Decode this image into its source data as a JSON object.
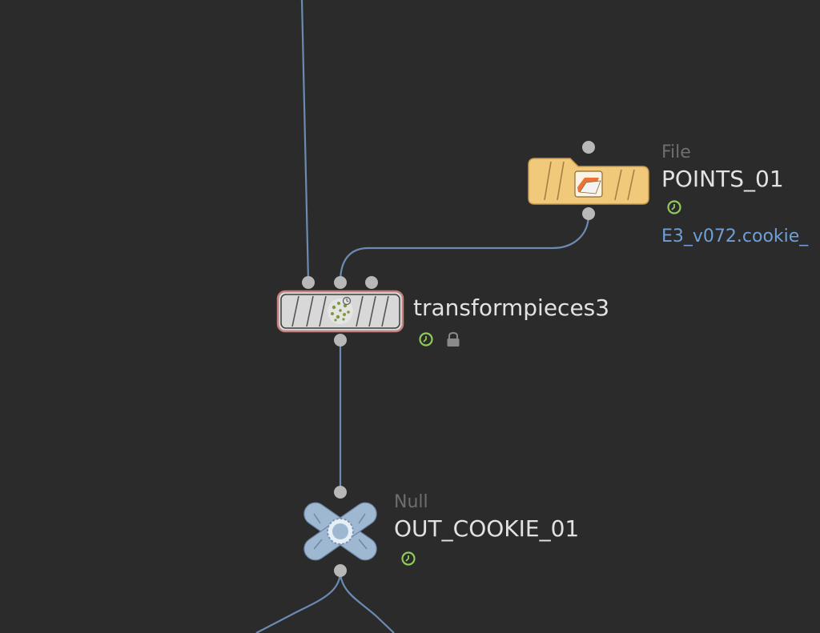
{
  "nodes": {
    "file": {
      "type_label": "File",
      "name": "POINTS_01",
      "file_path": "E3_v072.cookie_",
      "icon": "file-folder-icon"
    },
    "transform": {
      "name": "transformpieces3",
      "icon": "transform-pieces-icon",
      "flags": [
        "display-flag-icon",
        "lock-icon"
      ]
    },
    "null": {
      "type_label": "Null",
      "name": "OUT_COOKIE_01",
      "icon": "null-node-icon"
    }
  },
  "colors": {
    "background": "#2b2b2b",
    "wire": "#6b8bb3",
    "connector": "#b8b8b8",
    "file_node": "#f1c97a",
    "transform_node": "#d8d8d8",
    "transform_outline": "#c47f7f",
    "null_node": "#9fb8d2",
    "name_text": "#e2e2e2",
    "type_text": "#6e6e6e",
    "path_text": "#6f9fd6",
    "flag_ring": "#8ecb5a"
  }
}
